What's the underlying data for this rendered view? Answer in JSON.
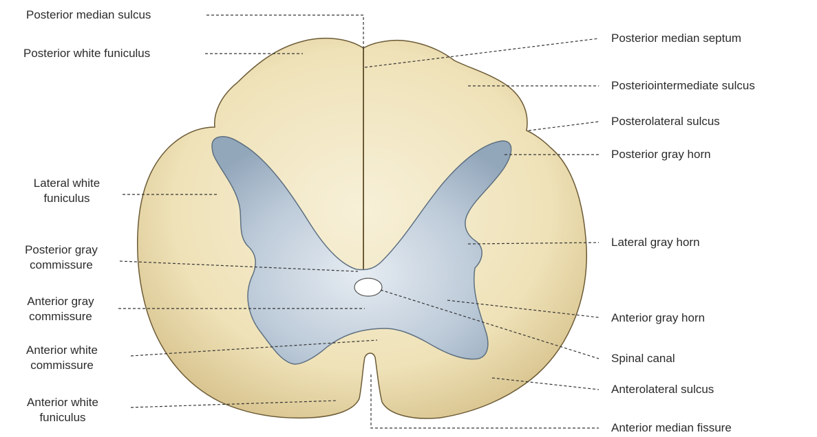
{
  "labels": {
    "posterior_median_sulcus": "Posterior median sulcus",
    "posterior_white_funiculus": "Posterior white funiculus",
    "lateral_white_funiculus": [
      "Lateral white",
      "funiculus"
    ],
    "posterior_gray_commissure": [
      "Posterior gray",
      "commissure"
    ],
    "anterior_gray_commissure": [
      "Anterior gray",
      "commissure"
    ],
    "anterior_white_commissure": [
      "Anterior white",
      "commissure"
    ],
    "anterior_white_funiculus": [
      "Anterior white",
      "funiculus"
    ],
    "posterior_median_septum": "Posterior median septum",
    "posteriointermediate_sulcus": "Posteriointermediate sulcus",
    "posterolateral_sulcus": "Posterolateral sulcus",
    "posterior_gray_horn": "Posterior gray horn",
    "lateral_gray_horn": "Lateral gray horn",
    "anterior_gray_horn": "Anterior gray horn",
    "spinal_canal": "Spinal canal",
    "anterolateral_sulcus": "Anterolateral sulcus",
    "anterior_median_fissure": "Anterior median fissure"
  },
  "colors": {
    "white_matter": "#f1e6c0",
    "white_matter_shade": "#d9c795",
    "gray_matter": "#b9c7d5",
    "gray_matter_edge": "#5d6f80",
    "outline": "#6b5a35",
    "leader_line": "#333333"
  }
}
